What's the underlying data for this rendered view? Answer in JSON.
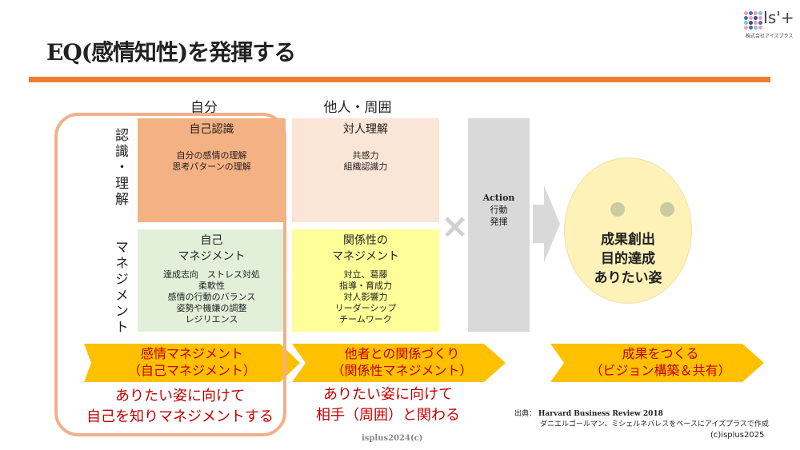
{
  "title": "EQ(感情知性)を発揮する",
  "logo": {
    "brand": "Is'+",
    "sub": "株式会社アイズプラス"
  },
  "columns": {
    "self": "自分",
    "others": "他人・周囲"
  },
  "rows": {
    "awareness": "認識・理解",
    "management": "マネジメント"
  },
  "cells": {
    "self_awareness": {
      "heading": "自己認識",
      "items": [
        "自分の感情の理解",
        "思考パターンの理解"
      ]
    },
    "social_awareness": {
      "heading": "対人理解",
      "items": [
        "共感力",
        "組織認識力"
      ]
    },
    "self_management": {
      "heading": [
        "自己",
        "マネジメント"
      ],
      "items": [
        "達成志向　ストレス対処",
        "柔軟性",
        "感情の行動のバランス",
        "姿勢や機嫌の調整",
        "レジリエンス"
      ]
    },
    "relationship_management": {
      "heading": [
        "関係性の",
        "マネジメント"
      ],
      "items": [
        "対立、葛藤",
        "指導・育成力",
        "対人影響力",
        "リーダーシップ",
        "チームワーク"
      ]
    }
  },
  "multiply": "×",
  "action": {
    "title": "Action",
    "lines": [
      "行動",
      "発揮"
    ]
  },
  "result": {
    "lines": [
      "成果創出",
      "目的達成",
      "ありたい姿"
    ]
  },
  "banners": [
    {
      "lines": [
        "感情マネジメント",
        "（自己マネジメント）"
      ]
    },
    {
      "lines": [
        "他者との関係づくり",
        "（関係性マネジメント）"
      ]
    },
    {
      "lines": [
        "成果をつくる",
        "（ビジョン構築＆共有）"
      ]
    }
  ],
  "goals": [
    {
      "lines": [
        "ありたい姿に向けて",
        "自己を知りマネジメントする"
      ]
    },
    {
      "lines": [
        "ありたい姿に向けて",
        "相手（周囲）と関わる"
      ]
    }
  ],
  "source": {
    "label": "出典：",
    "ref": "Harvard Business Review 2018",
    "note": "ダニエルゴールマン、ミシェルネバレスをベースにアイズプラスで作成",
    "copyright": "(c)isplus2025"
  },
  "footer": "isplus2024(c)",
  "colors": {
    "accent": "#ED7D31",
    "banner": "#FFC000",
    "text_red": "#C00000"
  }
}
